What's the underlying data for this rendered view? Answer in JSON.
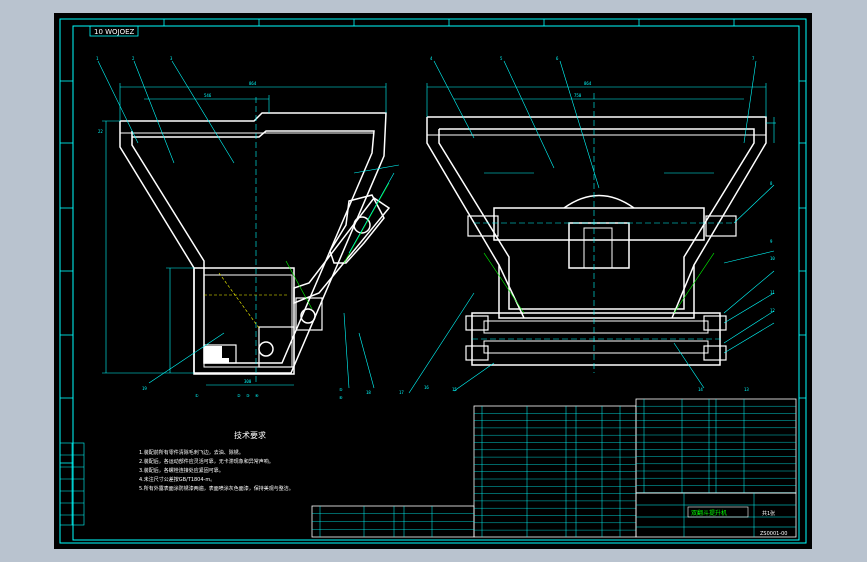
{
  "drawing_code": "10 WOJOEZ",
  "tech_requirements": {
    "title": "技术要求",
    "lines": [
      "1.装配前所有零件清除毛刺飞边，去油、除锈。",
      "2.装配后，各运动部件应灵活可靠，无卡滞现象和异常声响。",
      "3.装配后，各螺栓连接处应紧固可靠。",
      "4.未注尺寸公差按GB/T1804-m。",
      "5.所有外露表面涂防锈漆两遍，表面喷涂灰色面漆，保持美观与整洁。"
    ]
  },
  "title_block": {
    "drawing_name": "双翻斗提升机",
    "sheet": "共1张",
    "drawing_no": "ZS0001-00"
  },
  "callouts_left": [
    "1",
    "2",
    "3",
    "19",
    "①",
    "②",
    "③",
    "④",
    "⑤",
    "⑥",
    "18"
  ],
  "callouts_right": [
    "4",
    "5",
    "6",
    "7",
    "8",
    "9",
    "10",
    "11",
    "12",
    "13",
    "14",
    "15",
    "16",
    "17"
  ],
  "colors": {
    "background": "#000000",
    "outline": "#ffffff",
    "annotation": "#00ffff",
    "frame_gray": "#b9c3cf"
  }
}
